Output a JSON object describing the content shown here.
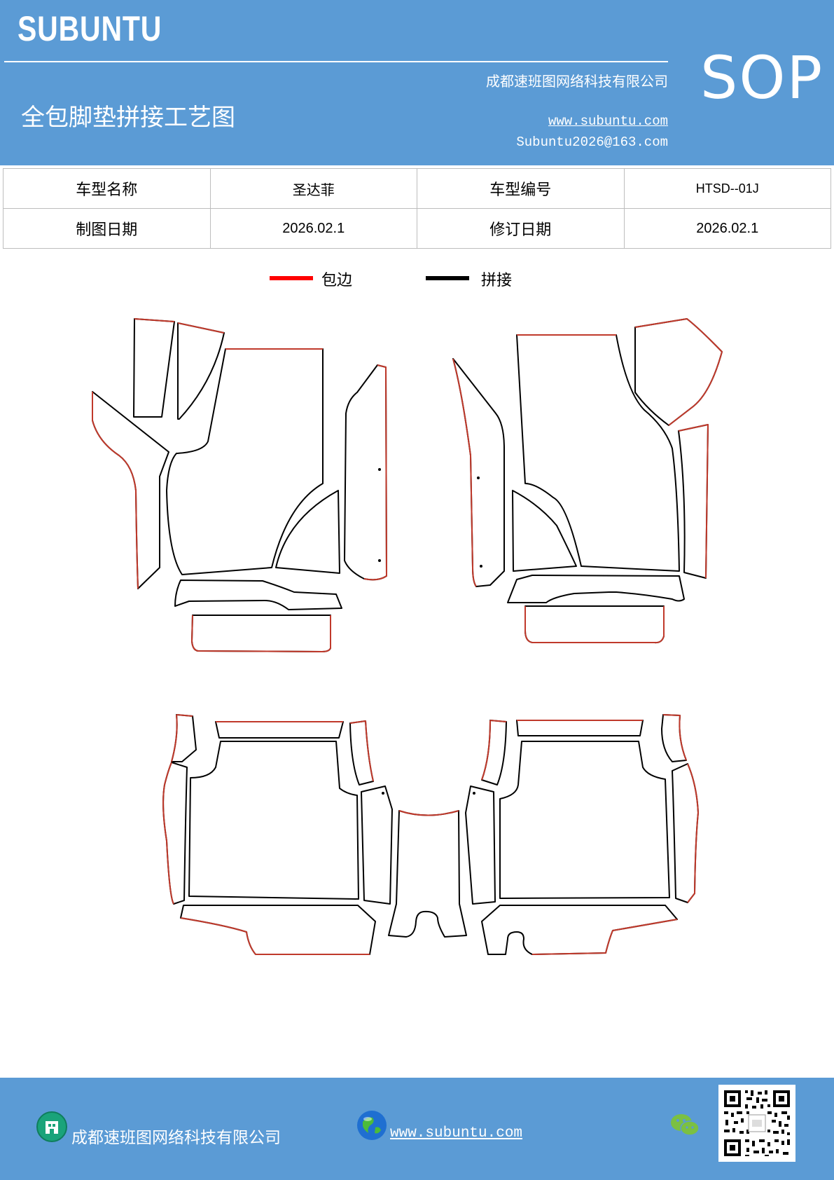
{
  "header": {
    "brand": "SUBUNTU",
    "company": "成都速班图网络科技有限公司",
    "title": "全包脚垫拼接工艺图",
    "website": "www.subuntu.com",
    "email": "Subuntu2026@163.com",
    "badge": "SOP",
    "bg_color": "#5b9bd5"
  },
  "info_table": {
    "rows": [
      {
        "label1": "车型名称",
        "value1": "圣达菲",
        "label2": "车型编号",
        "value2": "HTSD--01J"
      },
      {
        "label1": "制图日期",
        "value1": "2026.02.1",
        "label2": "修订日期",
        "value2": "2026.02.1"
      }
    ]
  },
  "legend": {
    "edge_label": "包边",
    "edge_color": "#ff0000",
    "seam_label": "拼接",
    "seam_color": "#000000"
  },
  "footer": {
    "company": "成都速班图网络科技有限公司",
    "website": "www.subuntu.com",
    "icons": [
      "building-icon",
      "globe-icon",
      "wechat-icon",
      "qr-code"
    ]
  }
}
